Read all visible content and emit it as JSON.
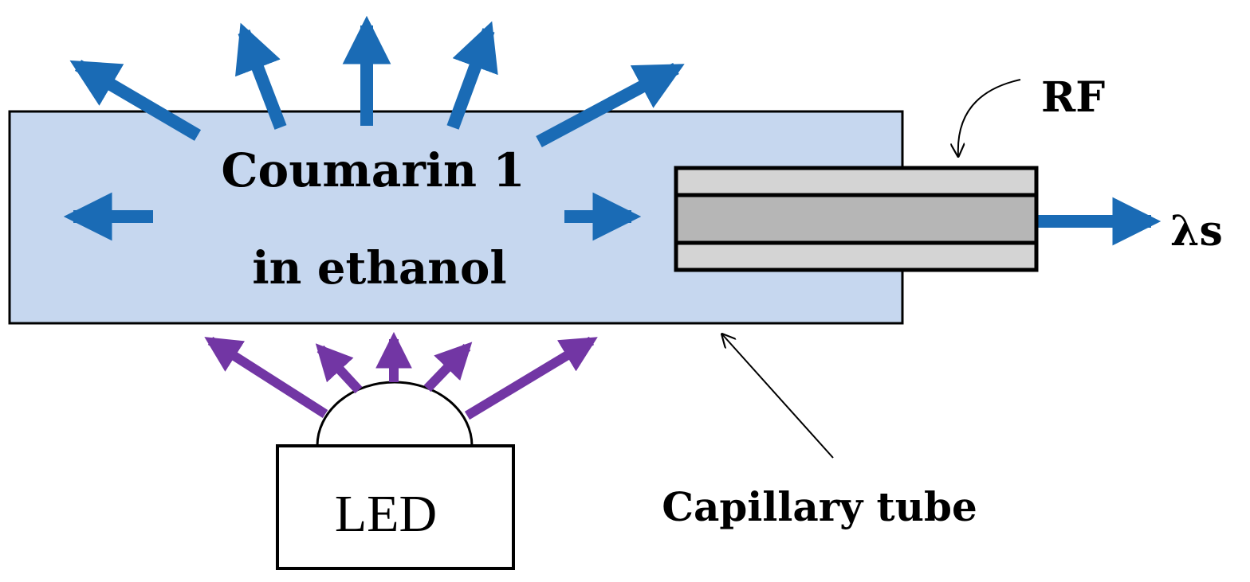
{
  "labels": {
    "solution_line1": "Coumarin 1",
    "solution_line2": "in ethanol",
    "led": "LED",
    "rf": "RF",
    "signal": "λs",
    "capillary": "Capillary tube"
  },
  "colors": {
    "solution_fill": "#c6d7ef",
    "emission_arrow": "#1a6bb5",
    "excitation_arrow": "#7236a4",
    "tube_outer": "#d4d4d4",
    "tube_core": "#b6b6b6",
    "outline": "#000000"
  },
  "icons": {
    "emission": "arrow-icon",
    "excitation": "arrow-icon",
    "pointer": "curved-arrow-icon"
  }
}
